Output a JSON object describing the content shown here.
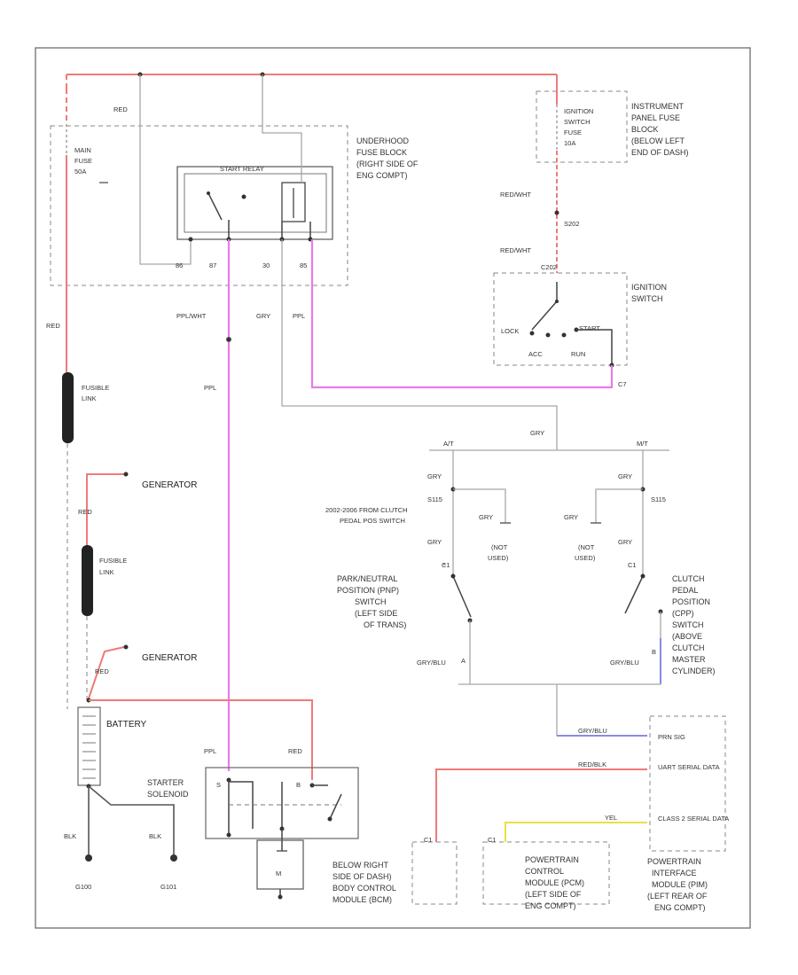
{
  "labels": {
    "fuse_main_a": "",
    "fuse_main_b": "",
    "fuse_ign_a": "",
    "fuse_ign_b": "",
    "splice_a": "",
    "splice_b": "",
    "underhood": [
      "UNDERHOOD",
      "FUSE BLOCK",
      "(RIGHT SIDE OF",
      "ENG COMPT)"
    ],
    "main_fuse": [
      "MAIN",
      "FUSE",
      "50A"
    ],
    "start_relay": "START RELAY",
    "relay_pins": [
      "86",
      "87",
      "30",
      "85"
    ],
    "instrument_panel": [
      "INSTRUMENT",
      "PANEL FUSE",
      "BLOCK",
      "(BELOW LEFT",
      "END OF DASH)"
    ],
    "ignition_fuse": [
      "IGNITION",
      "SWITCH",
      "FUSE",
      "10A"
    ],
    "red_wht_1": "RED/WHT",
    "splice_s202": "S202",
    "red_wht_2": "RED/WHT",
    "ign_pin": "C202",
    "ignition_switch": [
      "IGNITION",
      "SWITCH"
    ],
    "ign_positions": {
      "lock": "LOCK",
      "start": "START",
      "acc": "ACC",
      "run": "RUN"
    },
    "ign_out": "C7",
    "ppl_wht": "PPL/WHT",
    "gry_1": "GRY",
    "ppl_1": "PPL",
    "ppl_2": "PPL",
    "red_1": "RED",
    "red_2": "RED",
    "fusible_link_1": [
      "FUSIBLE",
      "LINK"
    ],
    "fusible_link_2": [
      "FUSIBLE",
      "LINK"
    ],
    "generator_1": "GENERATOR",
    "generator_2": "GENERATOR",
    "red_gen_1": "RED",
    "red_gen_2": "RED",
    "batt_node": "",
    "battery": "BATTERY",
    "blk_1": "BLK",
    "blk_2": "BLK",
    "ground_1": "G100",
    "ground_2": "G101",
    "starter_solenoid": [
      "STARTER",
      "SOLENOID"
    ],
    "ppl_3": "PPL",
    "red_3": "RED",
    "motor": "M",
    "solenoid_s": "S",
    "solenoid_b": "B",
    "gry_top": "GRY",
    "at_label": "A/T",
    "mt_label": "M/T",
    "gry_left": "GRY",
    "gry_right": "GRY",
    "s_left": "S115",
    "s_right": "S115",
    "clutch_note": [
      "2002-2006 FROM CLUTCH",
      "PEDAL POS SWITCH"
    ],
    "gry_notused_l": "GRY",
    "gry_notused_r": "GRY",
    "not_used_l": [
      "(NOT",
      "USED)"
    ],
    "not_used_r": [
      "(NOT",
      "USED)"
    ],
    "gry_low_l": "GRY",
    "gry_low_r": "GRY",
    "pnp_conn": "C1",
    "cpp_conn": "C1",
    "pnp_switch": [
      "PARK/NEUTRAL",
      "POSITION (PNP)",
      "SWITCH",
      "(LEFT SIDE",
      "OF TRANS)"
    ],
    "cpp_switch": [
      "CLUTCH",
      "PEDAL",
      "POSITION",
      "(CPP)",
      "SWITCH",
      "(ABOVE",
      "CLUTCH",
      "MASTER",
      "CYLINDER)"
    ],
    "gry_blu_l": "GRY/BLU",
    "gry_blu_r": "GRY/BLU",
    "gry_blu_3": "GRY/BLU",
    "pin_a": "A",
    "pin_b": "B",
    "red_blk": "RED/BLK",
    "yel": "YEL",
    "pim_pins": [
      "PRN SIG",
      "UART SERIAL DATA",
      "CLASS 2 SERIAL DATA"
    ],
    "bcm_conn": "C1",
    "pcm_conn": "C1",
    "bcm": [
      "BELOW RIGHT",
      "SIDE OF DASH)",
      "BODY CONTROL",
      "MODULE (BCM)"
    ],
    "pcm": [
      "POWERTRAIN",
      "CONTROL",
      "MODULE (PCM)",
      "(LEFT SIDE OF",
      "ENG COMPT)"
    ],
    "pim": [
      "POWERTRAIN",
      "INTERFACE",
      "MODULE (PIM)",
      "(LEFT REAR OF",
      "ENG COMPT)"
    ],
    "footer": ""
  },
  "colors": {
    "red_wire": "#ef7a7a",
    "purple_wire": "#e87be8",
    "yellow_wire": "#e8e04a",
    "blue_wire": "#8a8ae6",
    "gray_wire": "#a8a8a8"
  }
}
